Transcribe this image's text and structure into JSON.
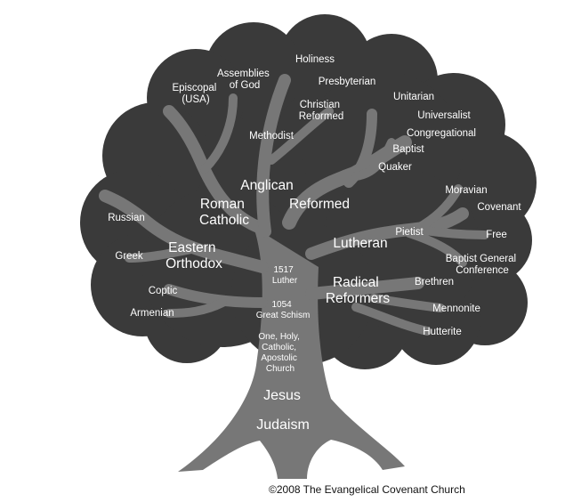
{
  "nodes": {
    "holiness": "Holiness",
    "assemblies": [
      "Assemblies",
      "of God"
    ],
    "presbyterian": "Presbyterian",
    "episcopal": [
      "Episcopal",
      "(USA)"
    ],
    "christian_reformed": [
      "Christian",
      "Reformed"
    ],
    "unitarian": "Unitarian",
    "universalist": "Universalist",
    "methodist": "Methodist",
    "congregational": "Congregational",
    "baptist": "Baptist",
    "quaker": "Quaker",
    "anglican": "Anglican",
    "moravian": "Moravian",
    "reformed": "Reformed",
    "roman_catholic": [
      "Roman",
      "Catholic"
    ],
    "covenant": "Covenant",
    "russian": "Russian",
    "pietist": "Pietist",
    "free": "Free",
    "lutheran": "Lutheran",
    "eastern_orthodox": [
      "Eastern",
      "Orthodox"
    ],
    "greek": "Greek",
    "baptist_general": [
      "Baptist General",
      "Conference"
    ],
    "luther": [
      "1517",
      "Luther"
    ],
    "brethren": "Brethren",
    "radical_reformers": [
      "Radical",
      "Reformers"
    ],
    "coptic": "Coptic",
    "great_schism": [
      "1054",
      "Great Schism"
    ],
    "mennonite": "Mennonite",
    "armenian": "Armenian",
    "hutterite": "Hutterite",
    "one_holy": [
      "One, Holy,",
      "Catholic,",
      "Apostolic",
      "Church"
    ],
    "jesus": "Jesus",
    "judaism": "Judaism"
  },
  "copyright": "©2008 The Evangelical Covenant Church",
  "colors": {
    "canopy": "#3a3a3a",
    "branch": "#777777",
    "text": "#ffffff",
    "background": "#ffffff"
  }
}
